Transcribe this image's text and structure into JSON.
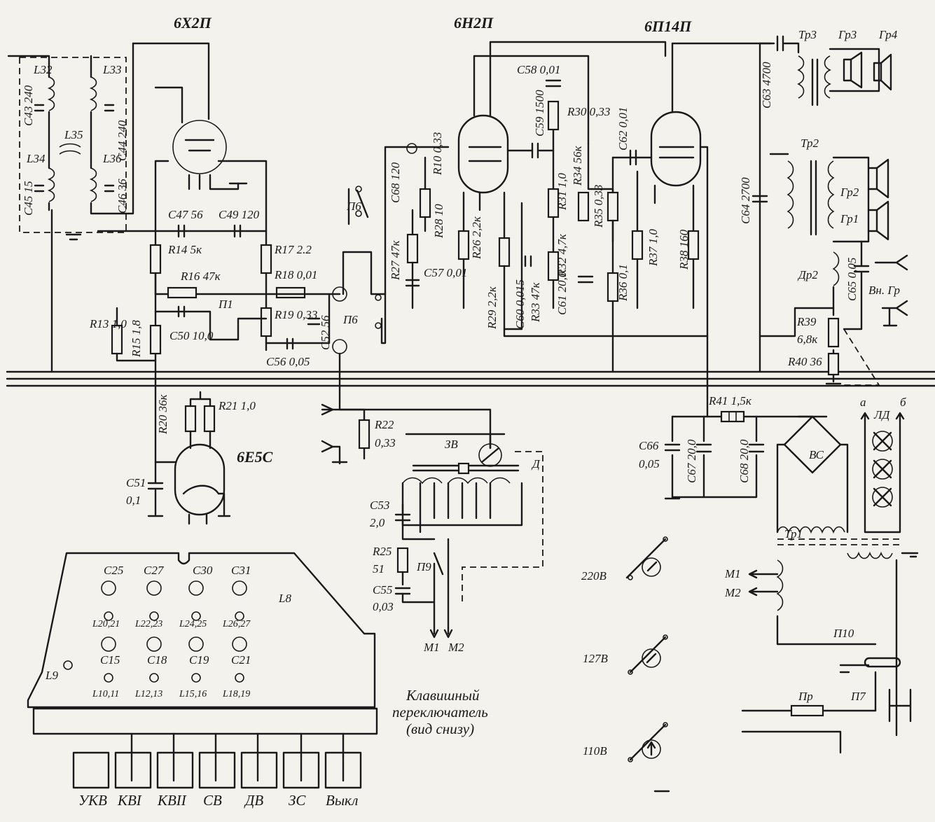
{
  "tubes": {
    "mixer": "6Х2П",
    "triode": "6Н2П",
    "output": "6П14П",
    "indicator": "6Е5С"
  },
  "components": {
    "L32": "L32",
    "L33": "L33",
    "L34": "L34",
    "L35": "L35",
    "L36": "L36",
    "C43": "C43 240",
    "C44": "C44 240",
    "C45": "C45 15",
    "C46": "C46 36",
    "C47": "C47 56",
    "C49": "C49 120",
    "R14": "R14 5к",
    "R16": "R16 47к",
    "R17": "R17 2.2",
    "R18": "R18 0,01",
    "R19": "R19 0,33",
    "R13": "R13 1,0",
    "R15": "R15 1,8",
    "C50": "C50 10,0",
    "C56": "C56 0,05",
    "C52": "C52 56",
    "C68": "C68 120",
    "R10": "R10 0,33",
    "R28": "R28 10",
    "R27": "R27 47к",
    "C57": "C57 0,01",
    "R26": "R26 2,2к",
    "C58": "C58 0,01",
    "C59": "C59 1500",
    "R30": "R30 0,33",
    "R31": "R31 1,0",
    "R32": "R32 4,7к",
    "R29": "R29 2,2к",
    "C60": "C60 0,015",
    "R33": "R33 47к",
    "C61": "C61 20,0",
    "R34": "R34 56к",
    "R35": "R35 0,33",
    "R36": "R36 0,1",
    "C62": "C62 0,01",
    "R37": "R37 1,0",
    "R38": "R38 160",
    "C63": "C63 4700",
    "C64": "C64 2700",
    "C65": "C65 0,05",
    "R39": "R39",
    "R39v": "6,8к",
    "R40": "R40 36",
    "R41": "R41 1,5к",
    "C66": "C66",
    "C66v": "0,05",
    "C67": "C67 20,0",
    "C68b": "C68 20,0",
    "R20": "R20 36к",
    "R21": "R21 1,0",
    "C51": "C51",
    "C51v": "0,1",
    "R22": "R22",
    "R22v": "0,33",
    "C53": "C53",
    "C53v": "2,0",
    "R25": "R25",
    "R25v": "51",
    "C55": "C55",
    "C55v": "0,03"
  },
  "parts": {
    "Tr1": "Тр1",
    "Tr2": "Тр2",
    "Tr3": "Тр3",
    "Gr1": "Гр1",
    "Gr2": "Гр2",
    "Gr3": "Гр3",
    "Gr4": "Гр4",
    "Dr2": "Др2",
    "VnGr": "Вн. Гр",
    "ZV": "ЗВ",
    "D": "Д",
    "VS": "ВС",
    "LD": "ЛД",
    "P1": "П1",
    "P6": "П6",
    "P6b": "П6",
    "P7": "П7",
    "P9": "П9",
    "P10": "П10",
    "Pr": "Пр",
    "M1": "М1",
    "M2": "М2",
    "M1b": "М1",
    "M2b": "М2",
    "a": "а",
    "b": "б"
  },
  "voltages": [
    "220В",
    "127В",
    "110В"
  ],
  "switch_caption": [
    "Клавишный",
    "переключатель",
    "(вид снизу)"
  ],
  "keys": [
    "УКВ",
    "КВI",
    "КВII",
    "СВ",
    "ДВ",
    "ЗС",
    "Выкл"
  ],
  "board": {
    "caps": [
      "C25",
      "C27",
      "C30",
      "C31",
      "C15",
      "C18",
      "C19",
      "C21"
    ],
    "coils": [
      "L20,21",
      "L22,23",
      "L24,25",
      "L26,27",
      "L10,11",
      "L12,13",
      "L15,16",
      "L18,19",
      "L8",
      "L9"
    ]
  }
}
